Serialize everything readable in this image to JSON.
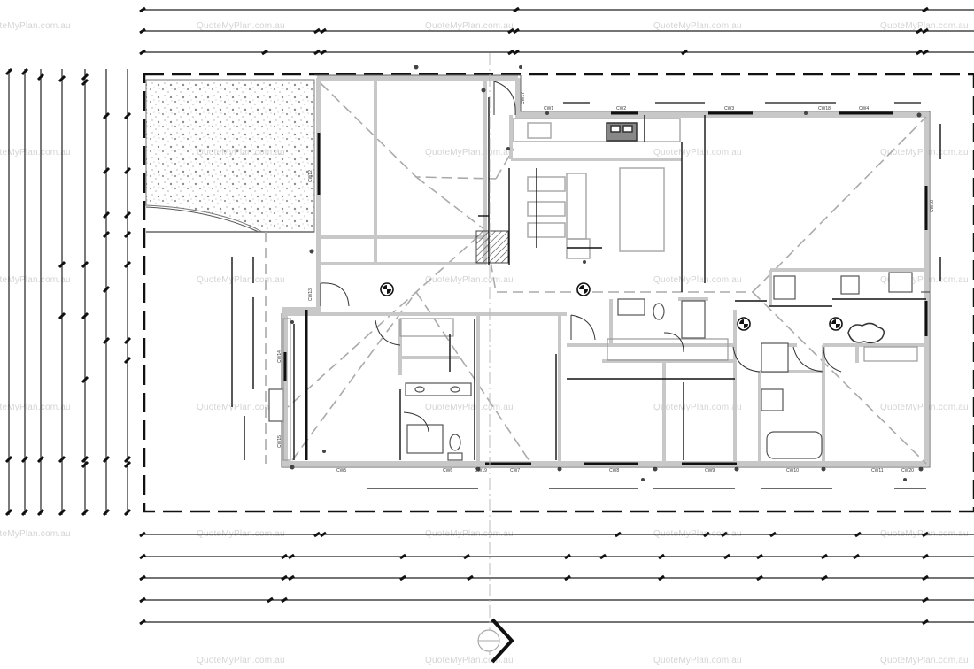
{
  "watermark": "QuoteMyPlan.com.au",
  "window_tags": [
    "CW1",
    "CW2",
    "CW3",
    "CW4",
    "CW5",
    "CW6",
    "CW7",
    "CW8",
    "CW9",
    "CW10",
    "CW11",
    "CW12",
    "CW13",
    "CW14",
    "CW15",
    "CW16",
    "CW17",
    "CW18",
    "CW19",
    "CW20"
  ],
  "colors": {
    "wall": "#c8c8c8",
    "line": "#1a1a1a",
    "dash": "#9a9a9a",
    "watermark": "#d4d4d4"
  },
  "icons": [
    "compass-arrow-icon",
    "smoke-detector-icon"
  ]
}
